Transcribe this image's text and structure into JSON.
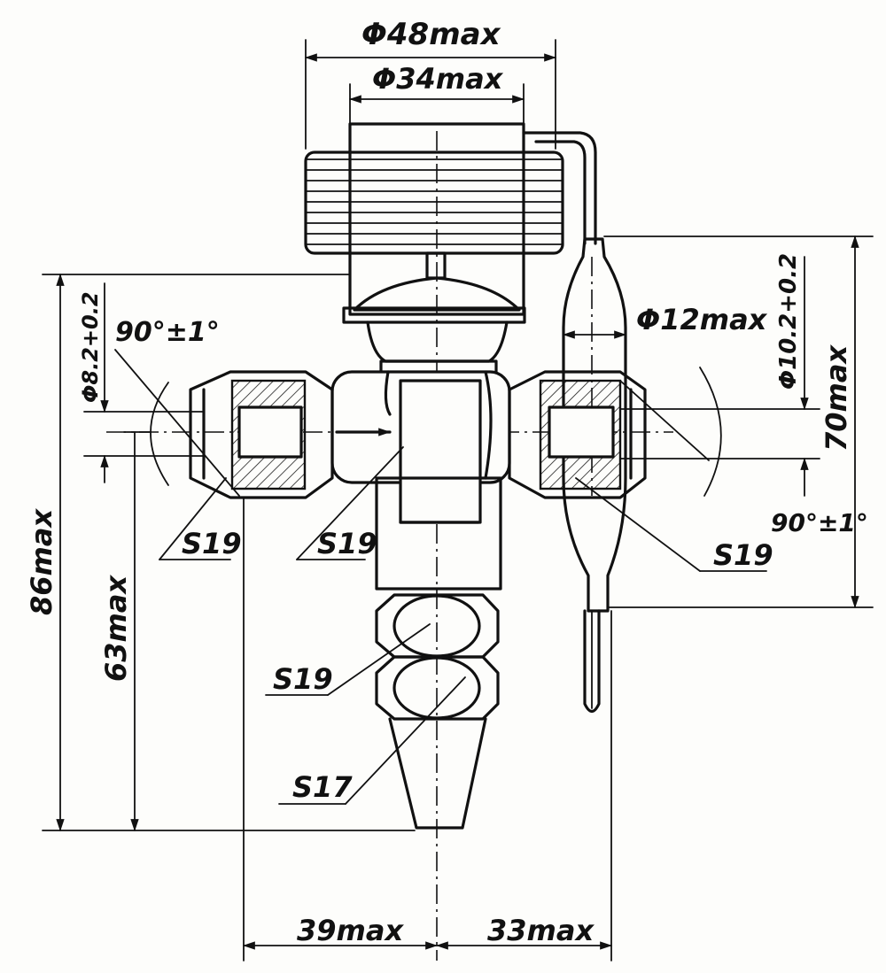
{
  "dimensions": {
    "outer_dia": "Φ48max",
    "inner_dia": "Φ34max",
    "bulb_dia": "Φ12max",
    "bulb_tol": "Φ10.2+0.2",
    "left_port_dia": "Φ8.2+0.2",
    "bulb_height": "70max",
    "total_height": "86max",
    "lower_height": "63max",
    "left_width": "39max",
    "right_width": "33max",
    "angle_left": "90°±1°",
    "angle_right": "90°±1°"
  },
  "wrench_sizes": {
    "left_nut": "S19",
    "body": "S19",
    "right_nut": "S19",
    "bottom_nut": "S19",
    "bottom_fitting": "S17"
  }
}
